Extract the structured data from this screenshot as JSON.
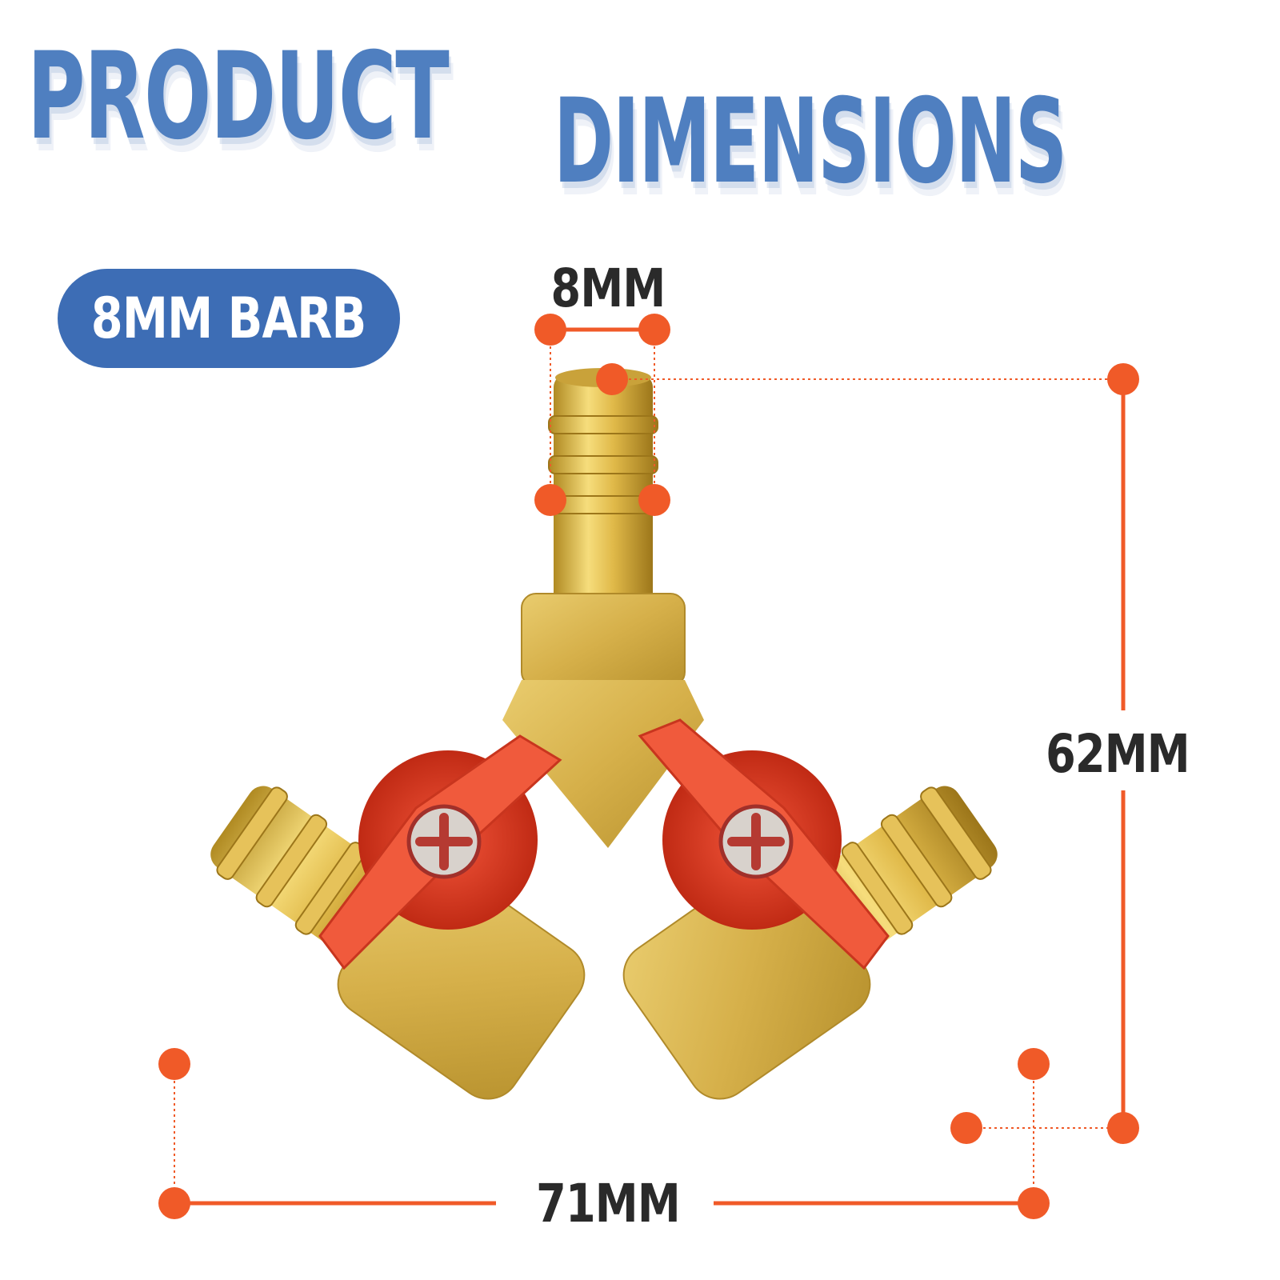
{
  "header": {
    "title_word1": "PRODUCT",
    "title_word2": "DIMENSIONS"
  },
  "badge": {
    "label": "8MM BARB"
  },
  "dimensions": {
    "barb_width": "8MM",
    "height": "62MM",
    "width": "71MM"
  },
  "colors": {
    "title_blue": "#4f7fc0",
    "badge_blue": "#3d6db5",
    "marker_orange": "#f05a28",
    "brass": "#d9b546",
    "handle_red": "#e8462a"
  },
  "icons": {
    "fitting": "brass-y-valve-icon"
  }
}
